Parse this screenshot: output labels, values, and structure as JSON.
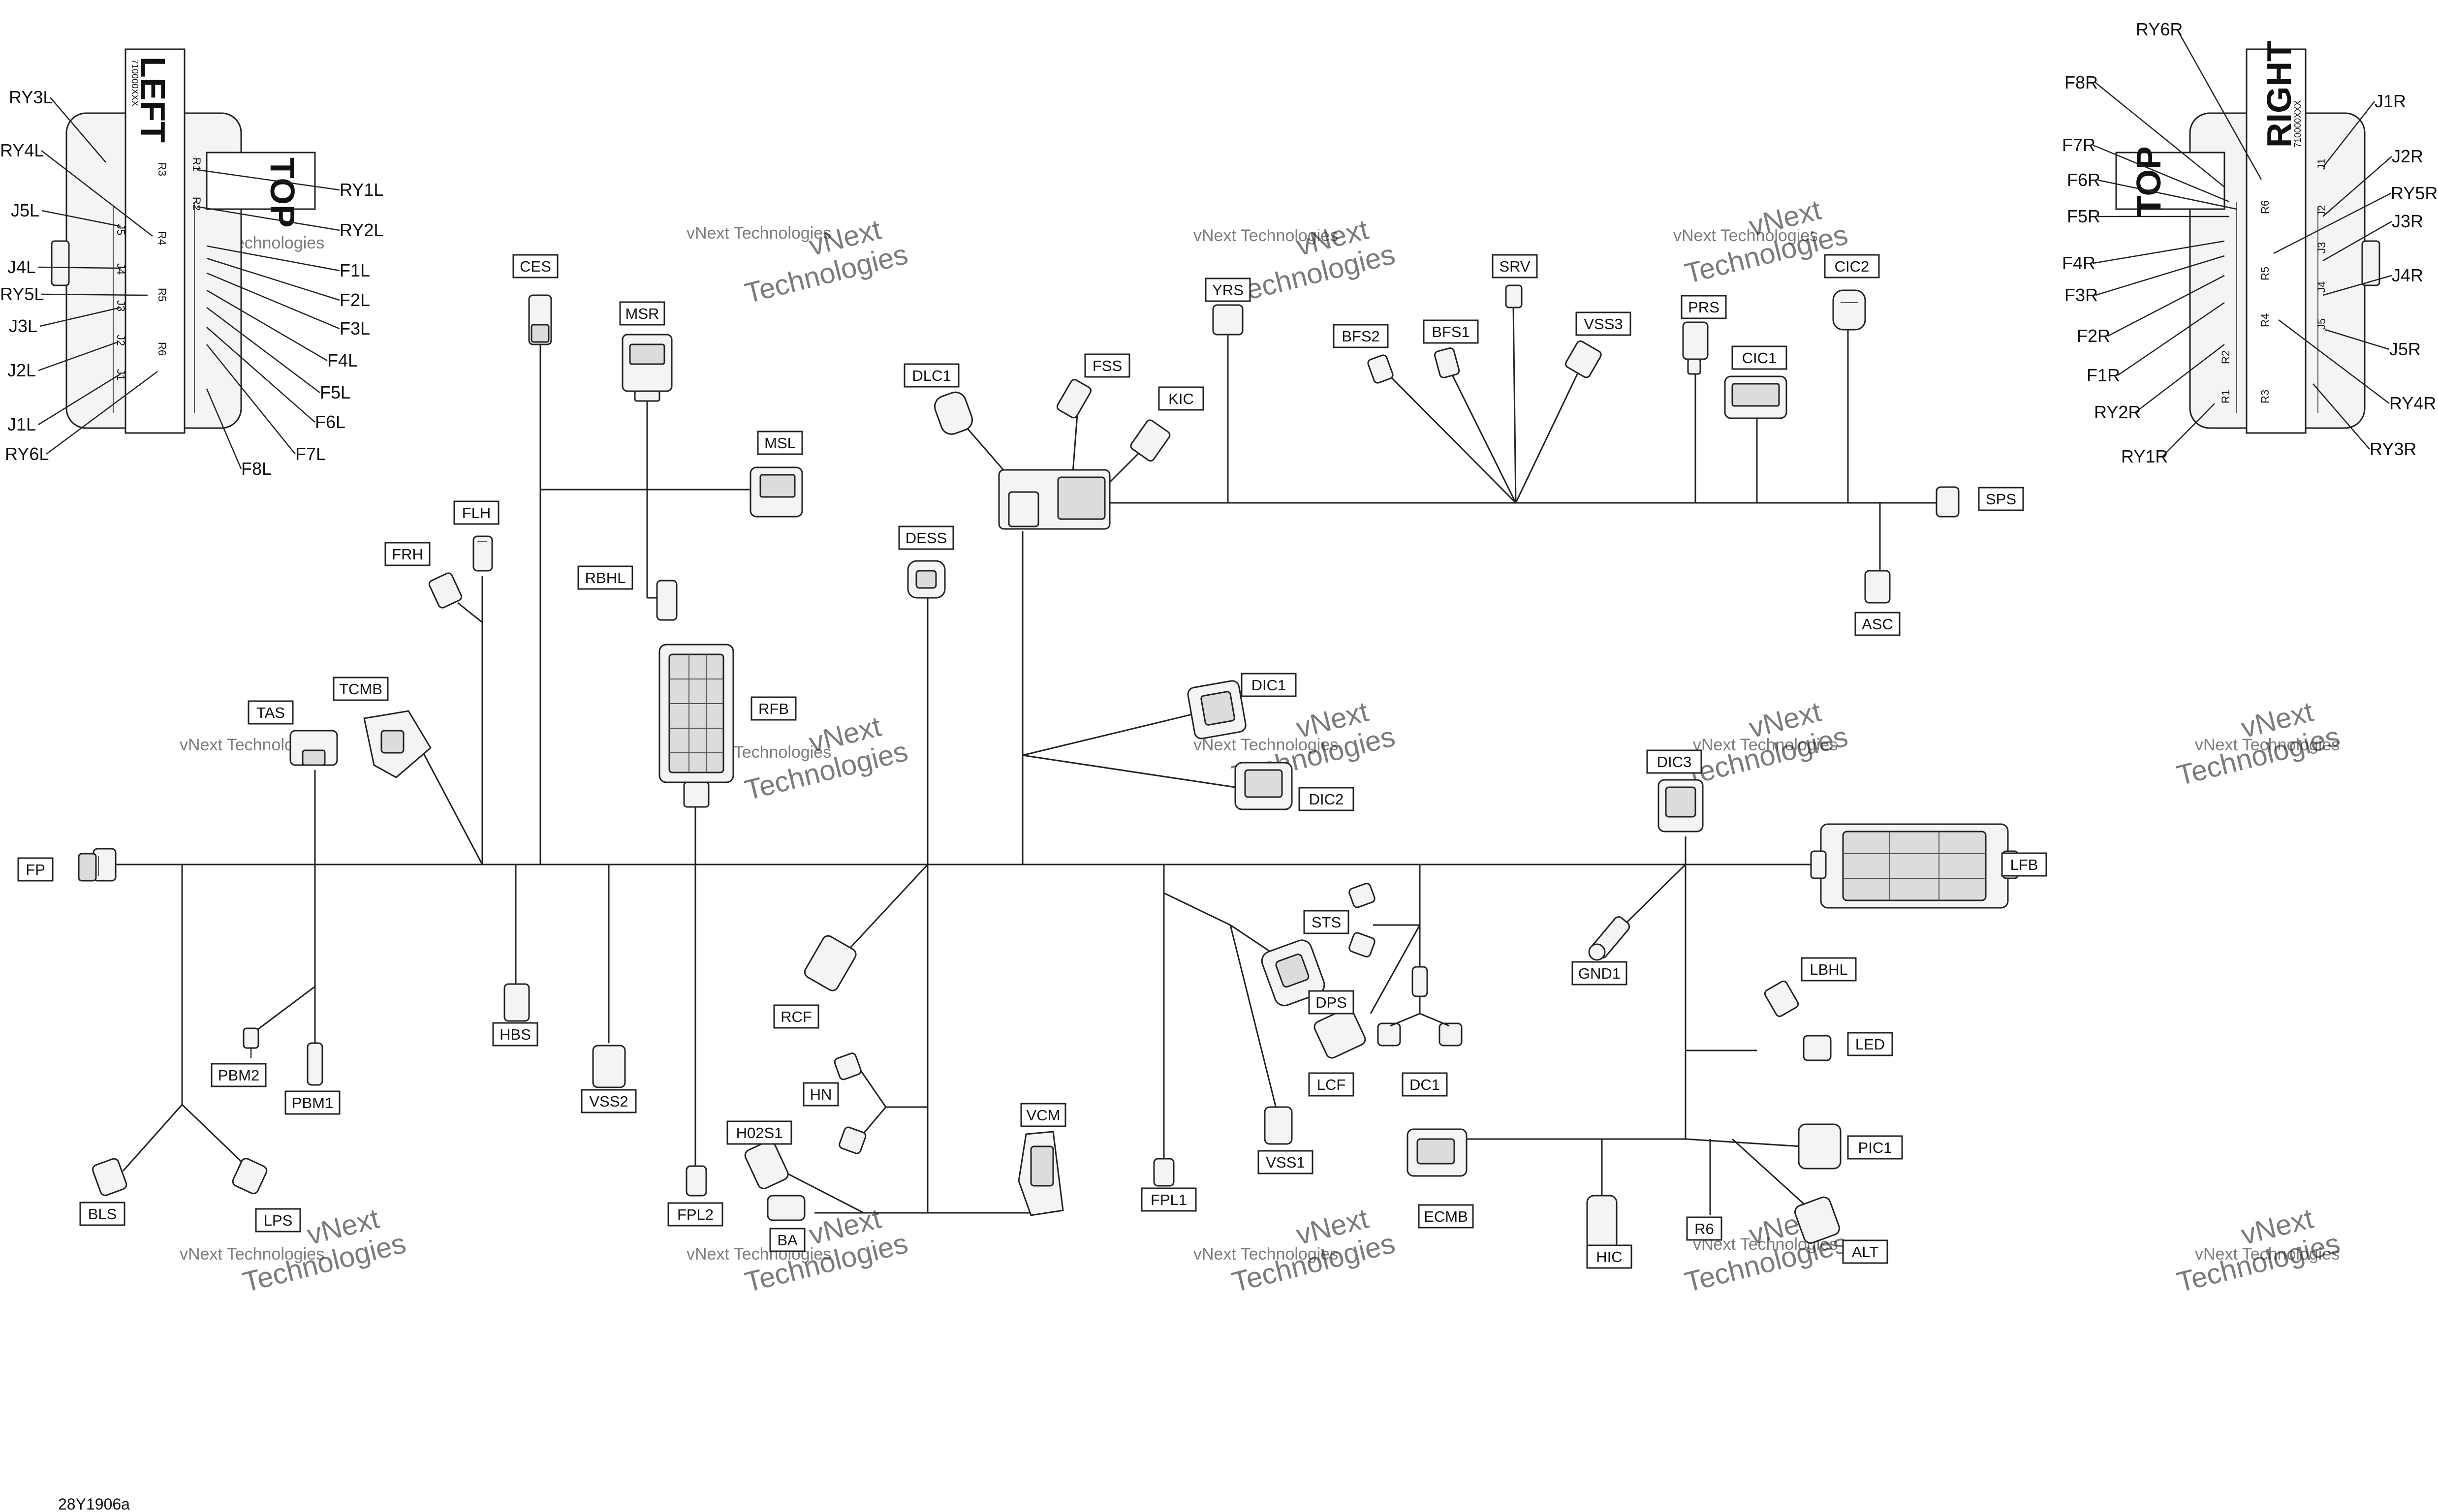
{
  "figure_code": "28Y1906a",
  "watermark": {
    "line1": "vNext",
    "line2": "Technologies",
    "line3": "vNext Technologies"
  },
  "fuse_box_left": {
    "title": "LEFT",
    "top_label": "TOP",
    "part_number": "710000XXX",
    "inner_labels": [
      "R3",
      "R1",
      "R2",
      "R4",
      "R5",
      "R6",
      "J5",
      "J4",
      "J3",
      "J2",
      "J1"
    ],
    "callouts": [
      "RY3L",
      "RY4L",
      "J5L",
      "J4L",
      "RY5L",
      "J3L",
      "J2L",
      "J1L",
      "RY6L",
      "RY1L",
      "RY2L",
      "F1L",
      "F2L",
      "F3L",
      "F4L",
      "F5L",
      "F6L",
      "F7L",
      "F8L"
    ]
  },
  "fuse_box_right": {
    "title": "RIGHT",
    "top_label": "TOP",
    "part_number": "710000XXX",
    "inner_labels": [
      "J1",
      "J2",
      "J3",
      "J4",
      "J5",
      "R6",
      "R5",
      "R4",
      "R3",
      "R2",
      "R1"
    ],
    "callouts": [
      "RY6R",
      "F8R",
      "F7R",
      "F6R",
      "F5R",
      "F4R",
      "F3R",
      "F2R",
      "F1R",
      "RY2R",
      "RY1R",
      "J1R",
      "J2R",
      "RY5R",
      "J3R",
      "J4R",
      "J5R",
      "RY4R",
      "RY3R"
    ]
  },
  "connectors": [
    "FP",
    "TAS",
    "TCMB",
    "FRH",
    "FLH",
    "CES",
    "MSR",
    "MSL",
    "RBHL",
    "RFB",
    "DLC1",
    "FSS",
    "KIC",
    "YRS",
    "BFS2",
    "BFS1",
    "SRV",
    "VSS3",
    "PRS",
    "CIC1",
    "CIC2",
    "SPS",
    "ASC",
    "DESS",
    "DIC1",
    "DIC2",
    "DIC3",
    "LFB",
    "PBM2",
    "PBM1",
    "HBS",
    "VSS2",
    "BLS",
    "LPS",
    "FPL2",
    "RCF",
    "HN",
    "H02S1",
    "BA",
    "VCM",
    "FPL1",
    "VSS1",
    "STS",
    "DPS",
    "LCF",
    "DC1",
    "GND1",
    "ECMB",
    "HIC",
    "R6",
    "LBHL",
    "LED",
    "PIC1",
    "ALT"
  ]
}
